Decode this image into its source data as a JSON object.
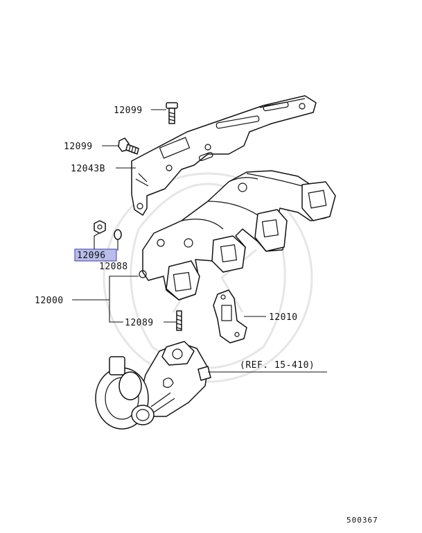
{
  "labels": {
    "bolt_top": "12099",
    "bolt_mid": "12099",
    "heat_shield": "12043B",
    "nut_highlight": "12096",
    "washer": "12088",
    "manifold": "12000",
    "stud": "12089",
    "gasket": "12010",
    "ref": "(REF. 15-410)",
    "diagram_no": "500367"
  },
  "colors": {
    "highlight_fill": "#b8bdea",
    "highlight_border": "#3a3fa0",
    "line": "#111111"
  }
}
